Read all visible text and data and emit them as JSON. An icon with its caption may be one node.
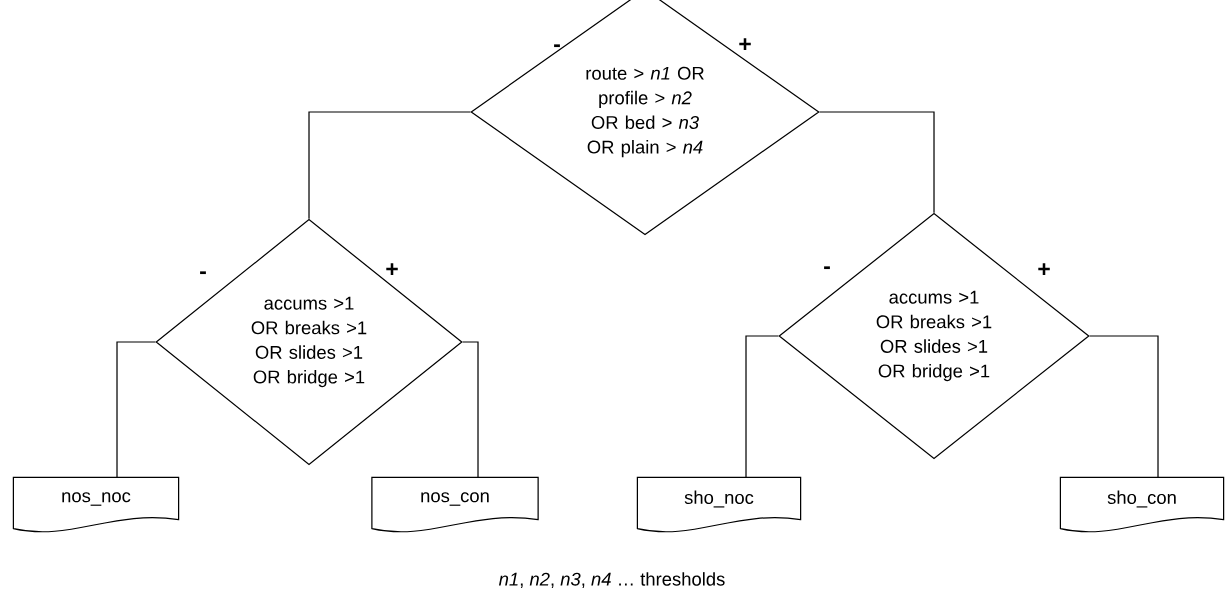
{
  "diagram": {
    "caption": "*n1*, *n2*, *n3*, *n4* … thresholds",
    "nodes": [
      {
        "text": [
          "route > *n1* OR profile > *n2* OR bed > *n3* OR plain > *n4*"
        ]
      },
      {
        "text": [
          "accums >1 OR breaks >1 OR slides >1 OR bridge >1"
        ]
      },
      {
        "text": [
          "accums >1 OR breaks >1 OR slides >1 OR bridge >1"
        ]
      },
      {
        "text": [
          "nos_noc"
        ]
      },
      {
        "text": [
          "nos_con"
        ]
      },
      {
        "text": [
          "sho_noc"
        ]
      },
      {
        "text": [
          "sho_con"
        ]
      }
    ],
    "edges": [
      {
        "from": 0,
        "to": 1,
        "arrow": "none",
        "label": "-"
      },
      {
        "from": 0,
        "to": 2,
        "arrow": "none",
        "label": "+"
      },
      {
        "from": 1,
        "to": 3,
        "arrow": "none",
        "label": "-"
      },
      {
        "from": 1,
        "to": 4,
        "arrow": "none",
        "label": "+"
      },
      {
        "from": 2,
        "to": 5,
        "arrow": "none",
        "label": "-"
      },
      {
        "from": 2,
        "to": 6,
        "arrow": "none",
        "label": "+"
      }
    ]
  }
}
